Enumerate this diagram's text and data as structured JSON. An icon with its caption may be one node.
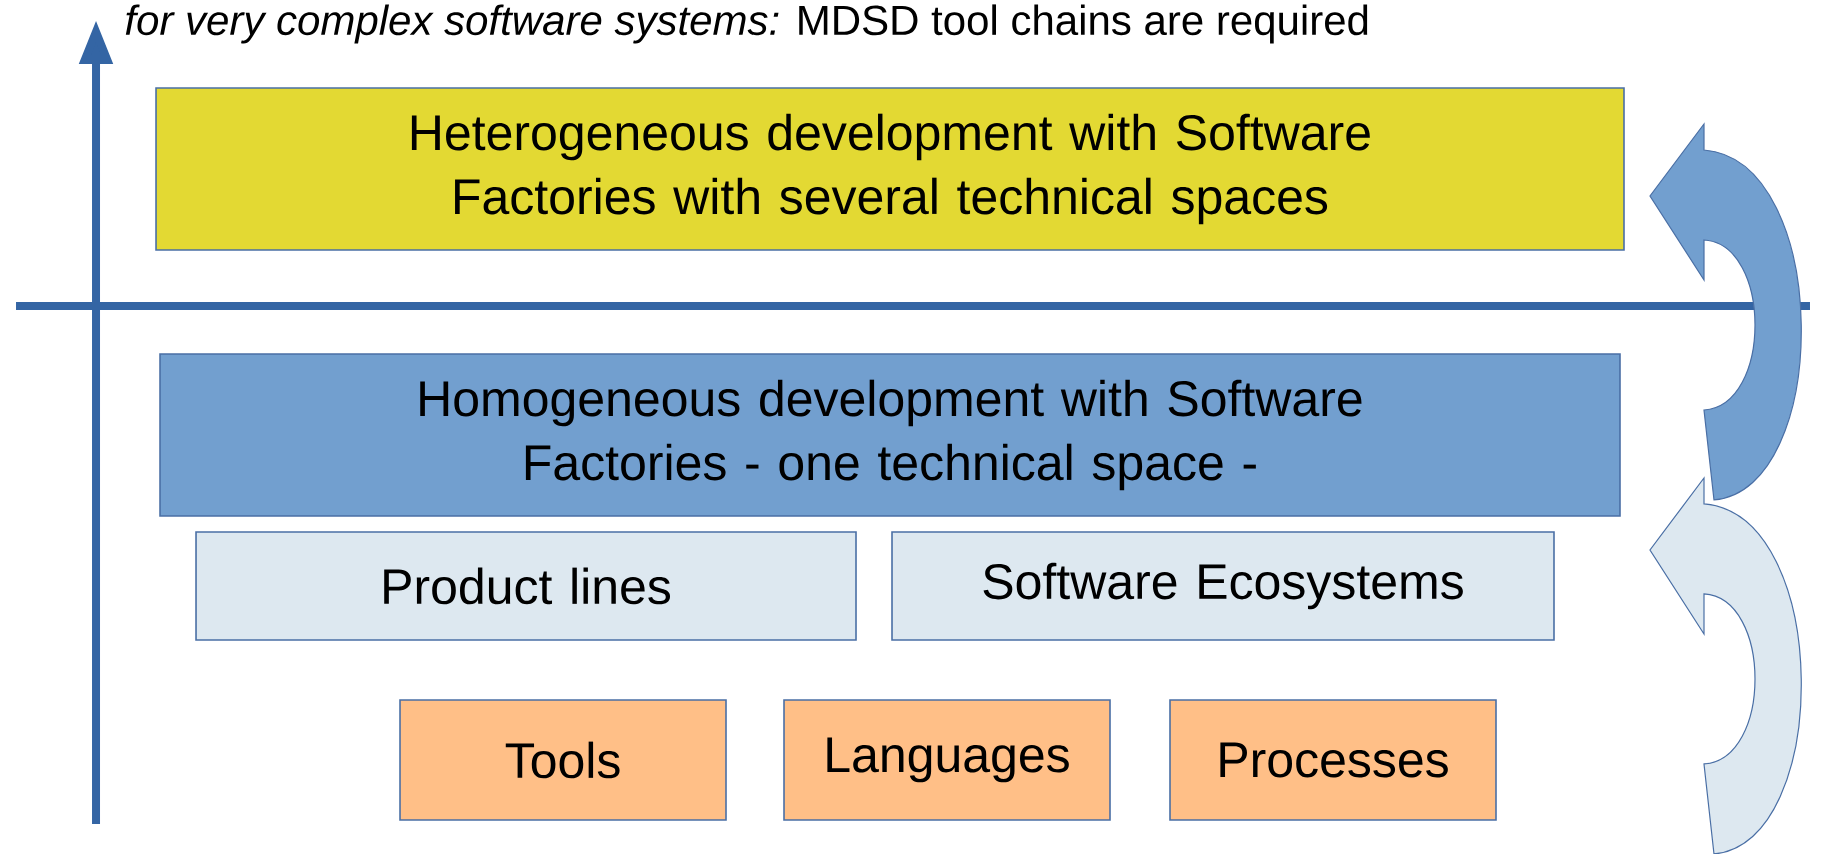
{
  "diagram": {
    "nodes": [
      {
        "text": [
          "Heterogeneous development with Software Factories with several technical spaces"
        ]
      },
      {
        "text": [
          "Homogeneous development with Software Factories - one technical space -"
        ]
      },
      {
        "text": [
          "Product lines"
        ]
      },
      {
        "text": [
          "Software Ecosystems"
        ]
      },
      {
        "text": [
          "Tools"
        ]
      },
      {
        "text": [
          "Languages"
        ]
      },
      {
        "text": [
          "Processes"
        ]
      }
    ],
    "labels": [
      "*for very complex software systems:* MDSD tool chains are required"
    ]
  }
}
